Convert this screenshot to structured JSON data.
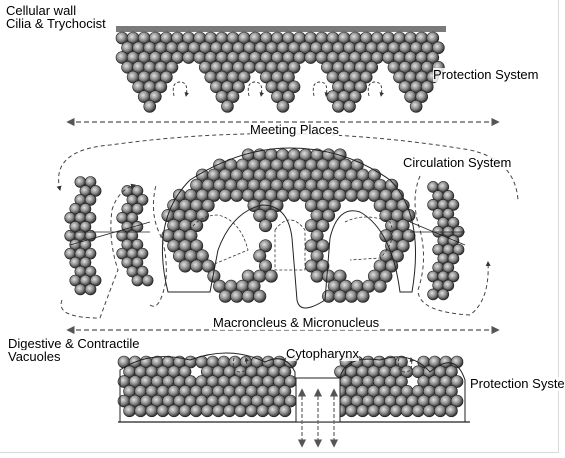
{
  "labels": {
    "cellular_wall": "Cellular wall",
    "cilia": "Cilia & Trychocist",
    "protection_top": "Protection System",
    "meeting": "Meeting Places",
    "circulation": "Circulation System",
    "macronucleus": "Macroncleus & Micronucleus",
    "digestive_line1": "Digestive & Contractile",
    "digestive_line2": "Vacuoles",
    "cytopharynx": "Cytopharynx",
    "protection_bottom": "Protection Syster"
  },
  "colors": {
    "cell_fill": "#8a8a8a",
    "cell_dark": "#3a3a3a",
    "cell_light": "#d0d0d0",
    "wall": "#7a7a7a",
    "arrow": "#555555",
    "dash": "#444444"
  }
}
